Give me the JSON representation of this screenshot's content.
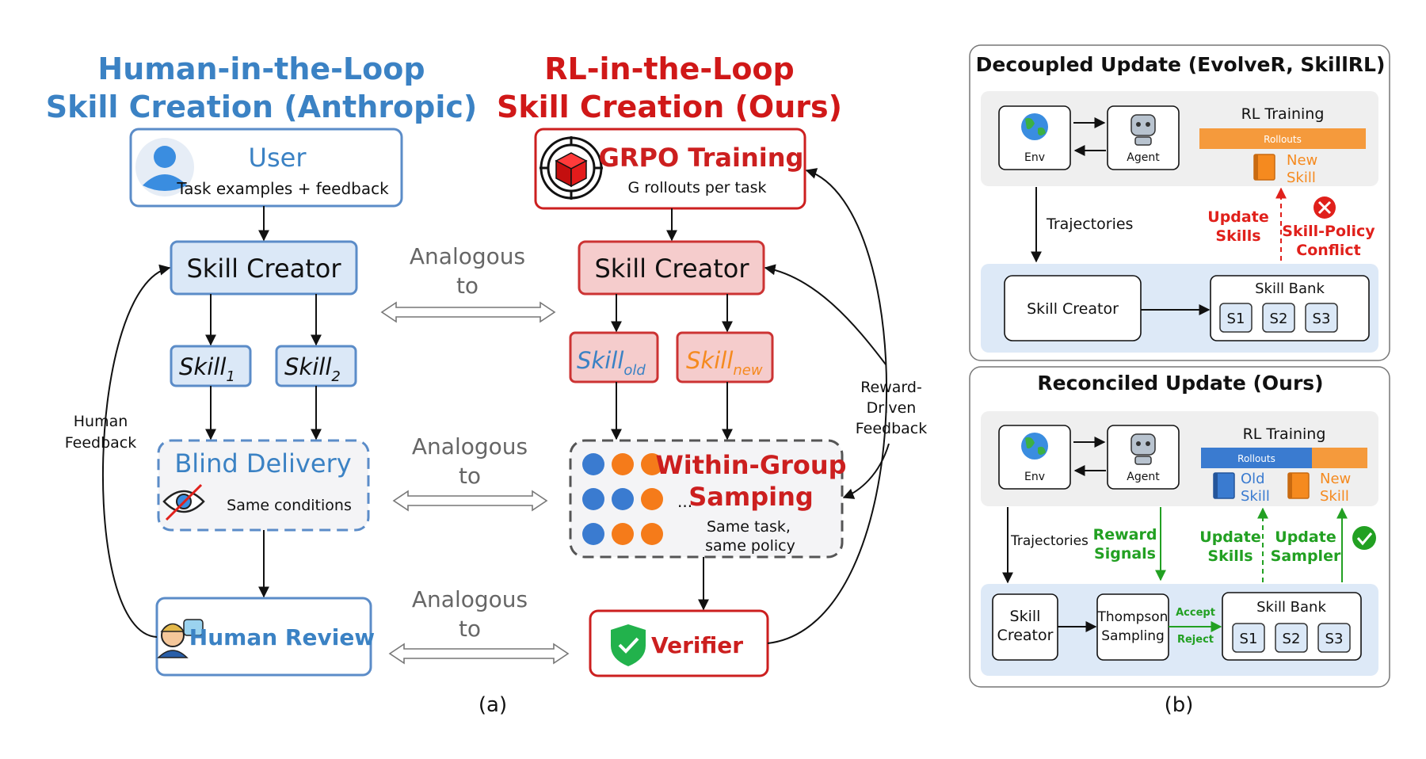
{
  "left": {
    "title_human": [
      "Human-in-the-Loop",
      "Skill Creation (Anthropic)"
    ],
    "title_rl": [
      "RL-in-the-Loop",
      "Skill Creation (Ours)"
    ],
    "user": {
      "title": "User",
      "subtitle": "Task examples + feedback"
    },
    "skill_creator_human": "Skill Creator",
    "skill1": {
      "base": "Skill",
      "sub": "1"
    },
    "skill2": {
      "base": "Skill",
      "sub": "2"
    },
    "blind_delivery": {
      "title": "Blind Delivery",
      "subtitle": "Same conditions"
    },
    "human_review": "Human Review",
    "human_feedback": [
      "Human",
      "Feedback"
    ],
    "grpo": {
      "title": "GRPO Training",
      "subtitle": "G rollouts per task"
    },
    "skill_creator_rl": "Skill Creator",
    "skill_old": {
      "base": "Skill",
      "sub": "old"
    },
    "skill_new": {
      "base": "Skill",
      "sub": "new"
    },
    "within_group": {
      "title": [
        "Within-Group",
        "Samping"
      ],
      "ellipsis": "...",
      "subtitle": [
        "Same task,",
        "same policy"
      ]
    },
    "verifier": "Verifier",
    "reward_feedback": [
      "Reward-",
      "Driven",
      "Feedback"
    ],
    "analogous": [
      "Analogous",
      "to"
    ],
    "caption": "(a)"
  },
  "right": {
    "top": {
      "title": "Decoupled Update (EvolveR, SkillRL)",
      "env": "Env",
      "agent": "Agent",
      "rl_training": "RL Training",
      "rollouts": "Rollouts",
      "new_skill": [
        "New",
        "Skill"
      ],
      "trajectories": "Trajectories",
      "update_skills": [
        "Update",
        "Skills"
      ],
      "conflict": [
        "Skill-Policy",
        "Conflict"
      ],
      "skill_creator": "Skill Creator",
      "skill_bank": "Skill Bank",
      "skills": [
        "S1",
        "S2",
        "S3"
      ]
    },
    "bottom": {
      "title": "Reconciled Update (Ours)",
      "env": "Env",
      "agent": "Agent",
      "rl_training": "RL Training",
      "rollouts": "Rollouts",
      "old_skill": [
        "Old",
        "Skill"
      ],
      "new_skill": [
        "New",
        "Skill"
      ],
      "trajectories": "Trajectories",
      "reward_signals": [
        "Reward",
        "Signals"
      ],
      "update_skills": [
        "Update",
        "Skills"
      ],
      "update_sampler": [
        "Update",
        "Sampler"
      ],
      "skill_creator": [
        "Skill",
        "Creator"
      ],
      "thompson": [
        "Thompson",
        "Sampling"
      ],
      "accept": "Accept",
      "reject": "Reject",
      "skill_bank": "Skill Bank",
      "skills": [
        "S1",
        "S2",
        "S3"
      ]
    },
    "caption": "(b)"
  },
  "colors": {
    "blue_accent": "#3b82c4",
    "red_accent": "#d01818",
    "orange": "#f58a1f",
    "green": "#22a022"
  }
}
